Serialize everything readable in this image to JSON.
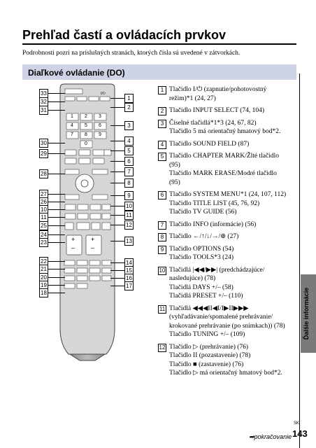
{
  "page_title": "Prehľad častí a ovládacích prvkov",
  "intro": "Podrobnosti pozri na príslušných stranách, ktorých čísla sú uvedené v zátvorkách.",
  "section_title": "Diaľkové ovládanie (DO)",
  "side_tab": "Ďalšie informácie",
  "left_callouts": [
    "33",
    "32",
    "31",
    "30",
    "29",
    "28",
    "27",
    "26",
    "10",
    "11",
    "25",
    "24",
    "23",
    "22",
    "21",
    "20",
    "19",
    "18"
  ],
  "right_callouts": [
    "1",
    "2",
    "3",
    "4",
    "5",
    "6",
    "7",
    "8",
    "9",
    "10",
    "11",
    "12",
    "13",
    "14",
    "15",
    "16",
    "17"
  ],
  "remote_key_labels": {
    "power": "I/⏻",
    "k1": "1",
    "k2": "2",
    "k3": "3",
    "k4": "4",
    "k5": "5",
    "k6": "6",
    "k7": "7",
    "k8": "8",
    "k9": "9",
    "k0": "0",
    "plus": "+",
    "minus": "–"
  },
  "items": [
    {
      "num": "1",
      "lines": [
        "Tlačidlo I/⏻ (zapnutie/pohotovostný",
        "režim)*1 (24, 27)"
      ]
    },
    {
      "num": "2",
      "lines": [
        "Tlačidlo INPUT SELECT (74, 104)"
      ]
    },
    {
      "num": "3",
      "lines": [
        "Číselné tlačidlá*1*3 (24, 67, 82)",
        "Tlačidlo 5 má orientačný hmatový bod*2."
      ]
    },
    {
      "num": "4",
      "lines": [
        "Tlačidlo SOUND FIELD (87)"
      ]
    },
    {
      "num": "5",
      "lines": [
        "Tlačidlo CHAPTER MARK/Žlté tlačidlo",
        "(95)",
        "Tlačidlo MARK ERASE/Modré tlačidlo",
        "(95)"
      ]
    },
    {
      "num": "6",
      "lines": [
        "Tlačidlo SYSTEM MENU*1 (24, 107, 112)",
        "Tlačidlo TITLE LIST (45, 76, 92)",
        "Tlačidlo TV GUIDE (56)"
      ]
    },
    {
      "num": "7",
      "lines": [
        "Tlačidlo INFO (informácie) (56)"
      ]
    },
    {
      "num": "8",
      "lines": [
        "Tlačidlo ←/↑/↓/→/⊕ (27)"
      ]
    },
    {
      "num": "9",
      "lines": [
        "Tlačidlo OPTIONS (54)",
        "Tlačidlo TOOLS*3 (24)"
      ]
    },
    {
      "num": "10",
      "lines": [
        "Tlačidlá |◀◀/▶▶| (predchádzajúce/",
        "nasledujúce) (78)",
        "Tlačidlá DAYS +/– (58)",
        "Tlačidlá PRESET +/– (110)"
      ]
    },
    {
      "num": "11",
      "lines": [
        "Tlačidlá ◀◀◀II◀I/I▶II▶▶▶",
        "(vyhľadávanie/spomalené prehrávanie/",
        "krokované prehrávanie (po snímkach)) (78)",
        "Tlačidlo TUNING +/– (109)"
      ]
    },
    {
      "num": "12",
      "lines": [
        "Tlačidlo ▷ (prehrávanie) (76)",
        "Tlačidlo II (pozastavenie) (78)",
        "Tlačidlo ■ (zastavenie) (76)",
        "Tlačidlo ▷ má orientačný hmatový bod*2."
      ]
    }
  ],
  "footer": {
    "continue": "➡pokračovanie",
    "lang": "SK",
    "page": "143"
  }
}
